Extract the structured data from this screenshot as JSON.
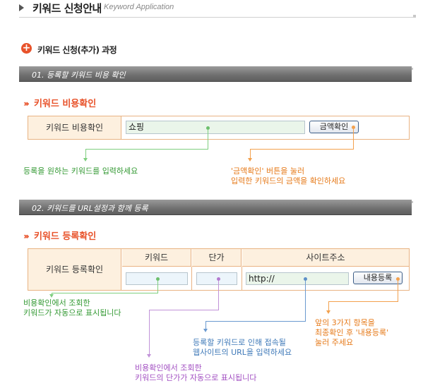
{
  "header": {
    "title": "키워드 신청안내",
    "subtitle": "Keyword Application"
  },
  "section": {
    "title": "키워드 신청(추가) 과정"
  },
  "step1": {
    "bar_label": "01. 등록할 키워드 비용 확인",
    "heading": "키워드 비용확인",
    "row_label": "키워드 비용확인",
    "keyword_value": "쇼핑",
    "button_label": "금액확인",
    "note_left": "등록을 원하는 키워드를 입력하세요",
    "note_right_line1": "'금액확인'  버튼을 눌러",
    "note_right_line2": "입력한 키워드의 금액을 확인하세요"
  },
  "step2": {
    "bar_label": "02. 키워드를 URL설정과 함께 등록",
    "heading": "키워드 등록확인",
    "row_label": "키워드 등록확인",
    "columns": [
      "키워드",
      "단가",
      "사이트주소"
    ],
    "keyword_value": "",
    "price_value": "",
    "url_value": "http://",
    "button_label": "내용등록",
    "note_green_line1": "비용확인에서 조회한",
    "note_green_line2": "키워드가 자동으로 표시됩니다",
    "note_purple_line1": "비용확인에서 조회한",
    "note_purple_line2": "키워드의 단가가 자동으로 표시됩니다",
    "note_blue_line1": "등록할 키워드로 인해 접속될",
    "note_blue_line2": "웹사이트의 URL을 입력하세요",
    "note_orange_line1": "앞의 3가지 항목을",
    "note_orange_line2": "최종확인 후 '내용등록'",
    "note_orange_line3": "눌러 주세요"
  },
  "icons": {
    "section_bullet": "plus-icon",
    "sub_heading_bullet": "double-chevron-icon",
    "header_bullet": "triangle-right-icon"
  },
  "colors": {
    "accent": "#e8522a",
    "green": "#339933",
    "orange": "#e67a1a",
    "purple": "#a24fc2",
    "blue": "#3f79b8",
    "bar": "#6f6f6f"
  }
}
